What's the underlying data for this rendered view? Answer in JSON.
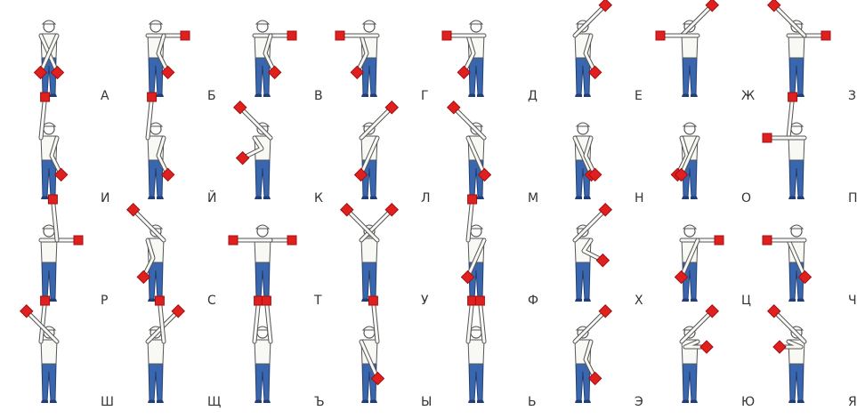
{
  "colors": {
    "flag": "#e0201f",
    "flag_edge": "#a01010",
    "trousers": "#3a66ad",
    "trousers_edge": "#223f75",
    "shirt": "#f8f8f4",
    "outline": "#555555",
    "skin": "#ffffff",
    "text": "#333333"
  },
  "signals": [
    {
      "letter": "А",
      "right": "low-out",
      "left": "low-out"
    },
    {
      "letter": "Б",
      "right": "horizontal",
      "left": "down-front"
    },
    {
      "letter": "В",
      "right": "horizontal",
      "left": "down-front"
    },
    {
      "letter": "Г",
      "right": "down-front",
      "left": "horizontal"
    },
    {
      "letter": "Д",
      "right": "down-front",
      "left": "horizontal"
    },
    {
      "letter": "Е",
      "right": "high-out",
      "left": "down-front"
    },
    {
      "letter": "Ж",
      "right": "high-out",
      "left": "horizontal"
    },
    {
      "letter": "З",
      "right": "horizontal",
      "left": "high-out"
    },
    {
      "letter": "И",
      "right": "up",
      "left": "down-front"
    },
    {
      "letter": "Й",
      "right": "up",
      "left": "down-front"
    },
    {
      "letter": "К",
      "right": "across-low",
      "left": "high-out"
    },
    {
      "letter": "Л",
      "right": "high-out",
      "left": "low-out"
    },
    {
      "letter": "М",
      "right": "low-out",
      "left": "high-out"
    },
    {
      "letter": "Н",
      "right": "low-out",
      "left": "down-front"
    },
    {
      "letter": "О",
      "right": "down-front",
      "left": "low-out"
    },
    {
      "letter": "П",
      "right": "up",
      "left": "horizontal"
    },
    {
      "letter": "Р",
      "right": "horizontal",
      "left": "up"
    },
    {
      "letter": "С",
      "right": "down-front",
      "left": "high-out"
    },
    {
      "letter": "Т",
      "right": "horizontal",
      "left": "horizontal"
    },
    {
      "letter": "У",
      "right": "high-out",
      "left": "high-out"
    },
    {
      "letter": "Ф",
      "right": "up",
      "left": "low-out"
    },
    {
      "letter": "Х",
      "right": "high-out",
      "left": "across-low"
    },
    {
      "letter": "Ц",
      "right": "horizontal",
      "left": "low-out"
    },
    {
      "letter": "Ч",
      "right": "low-out",
      "left": "horizontal"
    },
    {
      "letter": "Ш",
      "right": "up",
      "left": "high-out"
    },
    {
      "letter": "Щ",
      "right": "high-out",
      "left": "up"
    },
    {
      "letter": "Ъ",
      "right": "up",
      "left": "up"
    },
    {
      "letter": "Ы",
      "right": "low-out",
      "left": "up"
    },
    {
      "letter": "Ь",
      "right": "up",
      "left": "up"
    },
    {
      "letter": "Э",
      "right": "high-out",
      "left": "down-front"
    },
    {
      "letter": "Ю",
      "right": "high-out",
      "left": "chest"
    },
    {
      "letter": "Я",
      "right": "chest",
      "left": "high-out"
    }
  ]
}
